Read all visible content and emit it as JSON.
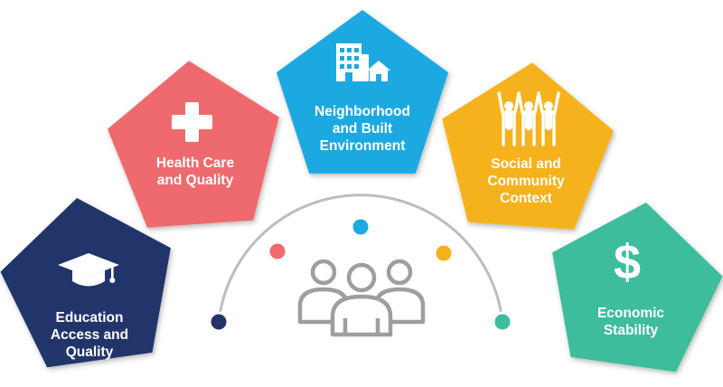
{
  "domains": [
    {
      "id": "education",
      "lines": [
        "Education",
        "Access and",
        "Quality"
      ],
      "color": "#24346b",
      "icon": "graduation-cap-icon"
    },
    {
      "id": "health",
      "lines": [
        "Health Care",
        "and Quality"
      ],
      "color": "#ef6b6e",
      "icon": "medical-cross-icon"
    },
    {
      "id": "neighborhood",
      "lines": [
        "Neighborhood",
        "and Built",
        "Environment"
      ],
      "color": "#1ea9e1",
      "icon": "buildings-house-icon"
    },
    {
      "id": "social",
      "lines": [
        "Social and",
        "Community",
        "Context"
      ],
      "color": "#f6b21a",
      "icon": "people-raising-hands-icon"
    },
    {
      "id": "economic",
      "lines": [
        "Economic",
        "Stability"
      ],
      "color": "#3dbd9b",
      "icon": "dollar-icon"
    }
  ],
  "center": {
    "icon": "people-group-icon",
    "color": "#9e9e9e",
    "arc_color": "#bdbdbd"
  }
}
